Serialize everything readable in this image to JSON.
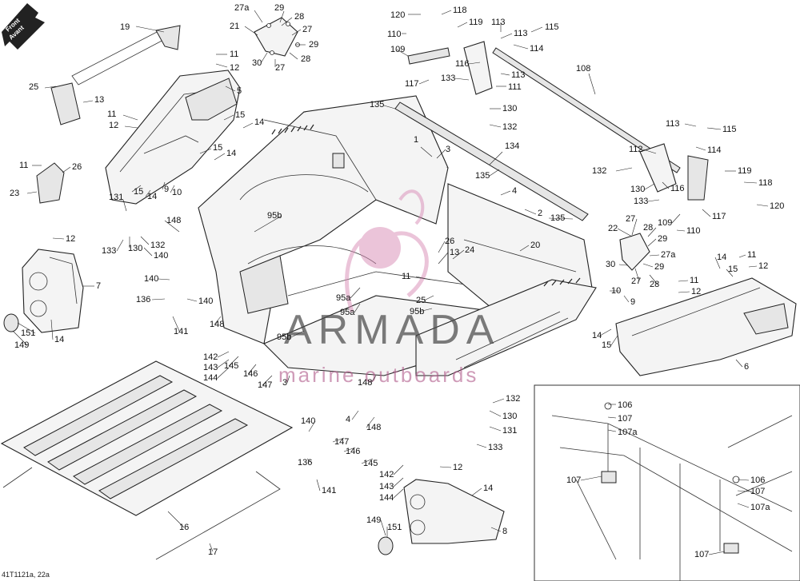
{
  "diagram": {
    "front_badge": {
      "line1": "Front",
      "line2": "Avant"
    },
    "footer_code": "41T1121a, 22a",
    "watermark": {
      "brand": "ARMADA",
      "tagline": "marine outboards"
    },
    "callouts": [
      {
        "label": "19"
      },
      {
        "label": "27a"
      },
      {
        "label": "29"
      },
      {
        "label": "28"
      },
      {
        "label": "21"
      },
      {
        "label": "27"
      },
      {
        "label": "29"
      },
      {
        "label": "30"
      },
      {
        "label": "27"
      },
      {
        "label": "28"
      },
      {
        "label": "11"
      },
      {
        "label": "12"
      },
      {
        "label": "25"
      },
      {
        "label": "13"
      },
      {
        "label": "5"
      },
      {
        "label": "11"
      },
      {
        "label": "12"
      },
      {
        "label": "15"
      },
      {
        "label": "14"
      },
      {
        "label": "15"
      },
      {
        "label": "14"
      },
      {
        "label": "11"
      },
      {
        "label": "26"
      },
      {
        "label": "23"
      },
      {
        "label": "15"
      },
      {
        "label": "14"
      },
      {
        "label": "9"
      },
      {
        "label": "10"
      },
      {
        "label": "131"
      },
      {
        "label": "148"
      },
      {
        "label": "133"
      },
      {
        "label": "130"
      },
      {
        "label": "132"
      },
      {
        "label": "140"
      },
      {
        "label": "12"
      },
      {
        "label": "7"
      },
      {
        "label": "140"
      },
      {
        "label": "136"
      },
      {
        "label": "140"
      },
      {
        "label": "141"
      },
      {
        "label": "151"
      },
      {
        "label": "149"
      },
      {
        "label": "14"
      },
      {
        "label": "148"
      },
      {
        "label": "142"
      },
      {
        "label": "143"
      },
      {
        "label": "144"
      },
      {
        "label": "145"
      },
      {
        "label": "146"
      },
      {
        "label": "147"
      },
      {
        "label": "3"
      },
      {
        "label": "95b"
      },
      {
        "label": "95a"
      },
      {
        "label": "95a"
      },
      {
        "label": "95b"
      },
      {
        "label": "148"
      },
      {
        "label": "1"
      },
      {
        "label": "3"
      },
      {
        "label": "135"
      },
      {
        "label": "134"
      },
      {
        "label": "135"
      },
      {
        "label": "4"
      },
      {
        "label": "2"
      },
      {
        "label": "135"
      },
      {
        "label": "26"
      },
      {
        "label": "24"
      },
      {
        "label": "13"
      },
      {
        "label": "11"
      },
      {
        "label": "20"
      },
      {
        "label": "25"
      },
      {
        "label": "95b"
      },
      {
        "label": "120"
      },
      {
        "label": "118"
      },
      {
        "label": "119"
      },
      {
        "label": "113"
      },
      {
        "label": "115"
      },
      {
        "label": "110"
      },
      {
        "label": "109"
      },
      {
        "label": "113"
      },
      {
        "label": "114"
      },
      {
        "label": "116"
      },
      {
        "label": "113"
      },
      {
        "label": "133"
      },
      {
        "label": "111"
      },
      {
        "label": "117"
      },
      {
        "label": "108"
      },
      {
        "label": "130"
      },
      {
        "label": "132"
      },
      {
        "label": "113"
      },
      {
        "label": "115"
      },
      {
        "label": "112"
      },
      {
        "label": "114"
      },
      {
        "label": "132"
      },
      {
        "label": "130"
      },
      {
        "label": "116"
      },
      {
        "label": "133"
      },
      {
        "label": "119"
      },
      {
        "label": "118"
      },
      {
        "label": "120"
      },
      {
        "label": "109"
      },
      {
        "label": "110"
      },
      {
        "label": "117"
      },
      {
        "label": "27"
      },
      {
        "label": "22"
      },
      {
        "label": "28"
      },
      {
        "label": "29"
      },
      {
        "label": "27a"
      },
      {
        "label": "29"
      },
      {
        "label": "30"
      },
      {
        "label": "27"
      },
      {
        "label": "28"
      },
      {
        "label": "14"
      },
      {
        "label": "15"
      },
      {
        "label": "11"
      },
      {
        "label": "12"
      },
      {
        "label": "11"
      },
      {
        "label": "12"
      },
      {
        "label": "10"
      },
      {
        "label": "9"
      },
      {
        "label": "14"
      },
      {
        "label": "15"
      },
      {
        "label": "6"
      },
      {
        "label": "132"
      },
      {
        "label": "130"
      },
      {
        "label": "131"
      },
      {
        "label": "133"
      },
      {
        "label": "4"
      },
      {
        "label": "148"
      },
      {
        "label": "140"
      },
      {
        "label": "147"
      },
      {
        "label": "146"
      },
      {
        "label": "145"
      },
      {
        "label": "136"
      },
      {
        "label": "141"
      },
      {
        "label": "12"
      },
      {
        "label": "142"
      },
      {
        "label": "143"
      },
      {
        "label": "144"
      },
      {
        "label": "14"
      },
      {
        "label": "8"
      },
      {
        "label": "149"
      },
      {
        "label": "151"
      },
      {
        "label": "16"
      },
      {
        "label": "17"
      },
      {
        "label": "106"
      },
      {
        "label": "107"
      },
      {
        "label": "107a"
      },
      {
        "label": "107"
      },
      {
        "label": "106"
      },
      {
        "label": "107"
      },
      {
        "label": "107a"
      },
      {
        "label": "107"
      }
    ]
  }
}
